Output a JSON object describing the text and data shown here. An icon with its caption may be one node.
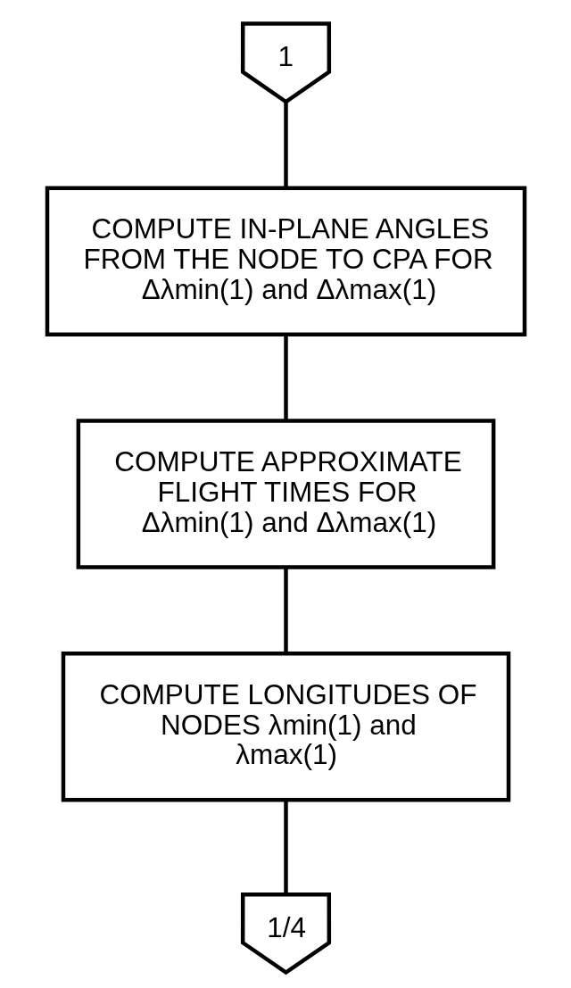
{
  "diagram": {
    "nodes": [
      {
        "text": [
          "1"
        ]
      },
      {
        "text": [
          "COMPUTE IN-PLANE ANGLES FROM THE NODE TO CPA FOR Δλmin(1) and Δλmax(1)"
        ]
      },
      {
        "text": [
          "COMPUTE APPROXIMATE FLIGHT TIMES FOR Δλmin(1) and Δλmax(1)"
        ]
      },
      {
        "text": [
          "COMPUTE LONGITUDES OF NODES λmin(1) and λmax(1)"
        ]
      },
      {
        "text": [
          "1/4"
        ]
      }
    ],
    "edges": [
      {
        "from": 0,
        "to": 1,
        "arrow": "none"
      },
      {
        "from": 1,
        "to": 2,
        "arrow": "none"
      },
      {
        "from": 2,
        "to": 3,
        "arrow": "none"
      },
      {
        "from": 3,
        "to": 4,
        "arrow": "none"
      }
    ]
  }
}
